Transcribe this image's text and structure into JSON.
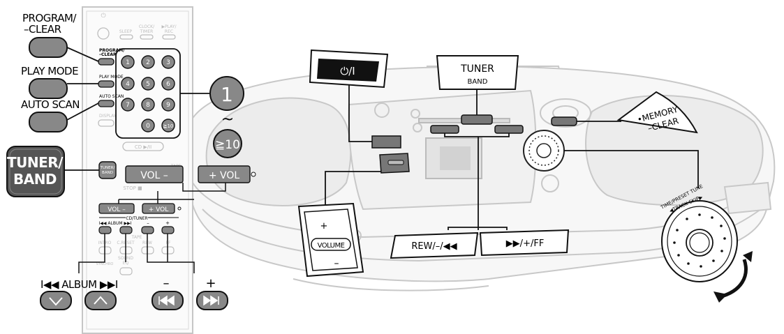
{
  "callouts": {
    "program_clear": [
      "PROGRAM/",
      "–CLEAR"
    ],
    "play_mode": "PLAY MODE",
    "auto_scan": "AUTO SCAN",
    "tuner_band": [
      "TUNER/",
      "BAND"
    ],
    "step_one": "1",
    "tilde": "~",
    "ge_ten": "≧10",
    "album": "I◀◀ ALBUM ▶▶I",
    "minus": "–",
    "plus": "+"
  },
  "remote": {
    "power_symbol": "⏻",
    "sleep": "SLEEP",
    "clock_timer": [
      "CLOCK/",
      "TIMER"
    ],
    "play_rec": [
      "▶PLAY/",
      "REC"
    ],
    "program_clear": [
      "PROGRAM/",
      "–CLEAR"
    ],
    "play_mode": "PLAY MODE",
    "auto_scan": "AUTO SCAN",
    "display": "DISPLAY",
    "keypad": [
      "1",
      "2",
      "3",
      "4",
      "5",
      "6",
      "7",
      "8",
      "9",
      "0",
      "≧10"
    ],
    "cd_play": "CD ▶/II",
    "tape": "TAPE",
    "tuner_band": [
      "TUNER/",
      "BAND"
    ],
    "stop": "STOP ■",
    "vol_minus": "VOL –",
    "vol_plus": "+ VOL",
    "vol_minus_small": "VOL –",
    "vol_plus_small": "+ VOL",
    "cd_tuner": "CD/TUNER",
    "album_small": "I◀◀ ALBUM ▶▶I",
    "minus_small": "–",
    "plus_small": "+",
    "tape_small": "TAPE",
    "intro": "INTRO",
    "c_reset": "C.RESET",
    "rew": "REW",
    "ff": "FF",
    "sound_eq": [
      "SOUND",
      "EQ"
    ],
    "synchro": "SYNCHRO"
  },
  "unit": {
    "power_label": "⏻/I",
    "tuner": "TUNER",
    "band": "BAND",
    "memory_clear": [
      "•MEMORY",
      "–CLEAR"
    ],
    "volume": "VOLUME",
    "vol_plus": "+",
    "vol_minus": "–",
    "rew_label": "REW/–/◀◀",
    "ff_label": "▶▶/+/FF",
    "dial_arc_1": "TIME/PRESET TUNE",
    "dial_arc_2": "◀TRACK SKIP▶"
  }
}
